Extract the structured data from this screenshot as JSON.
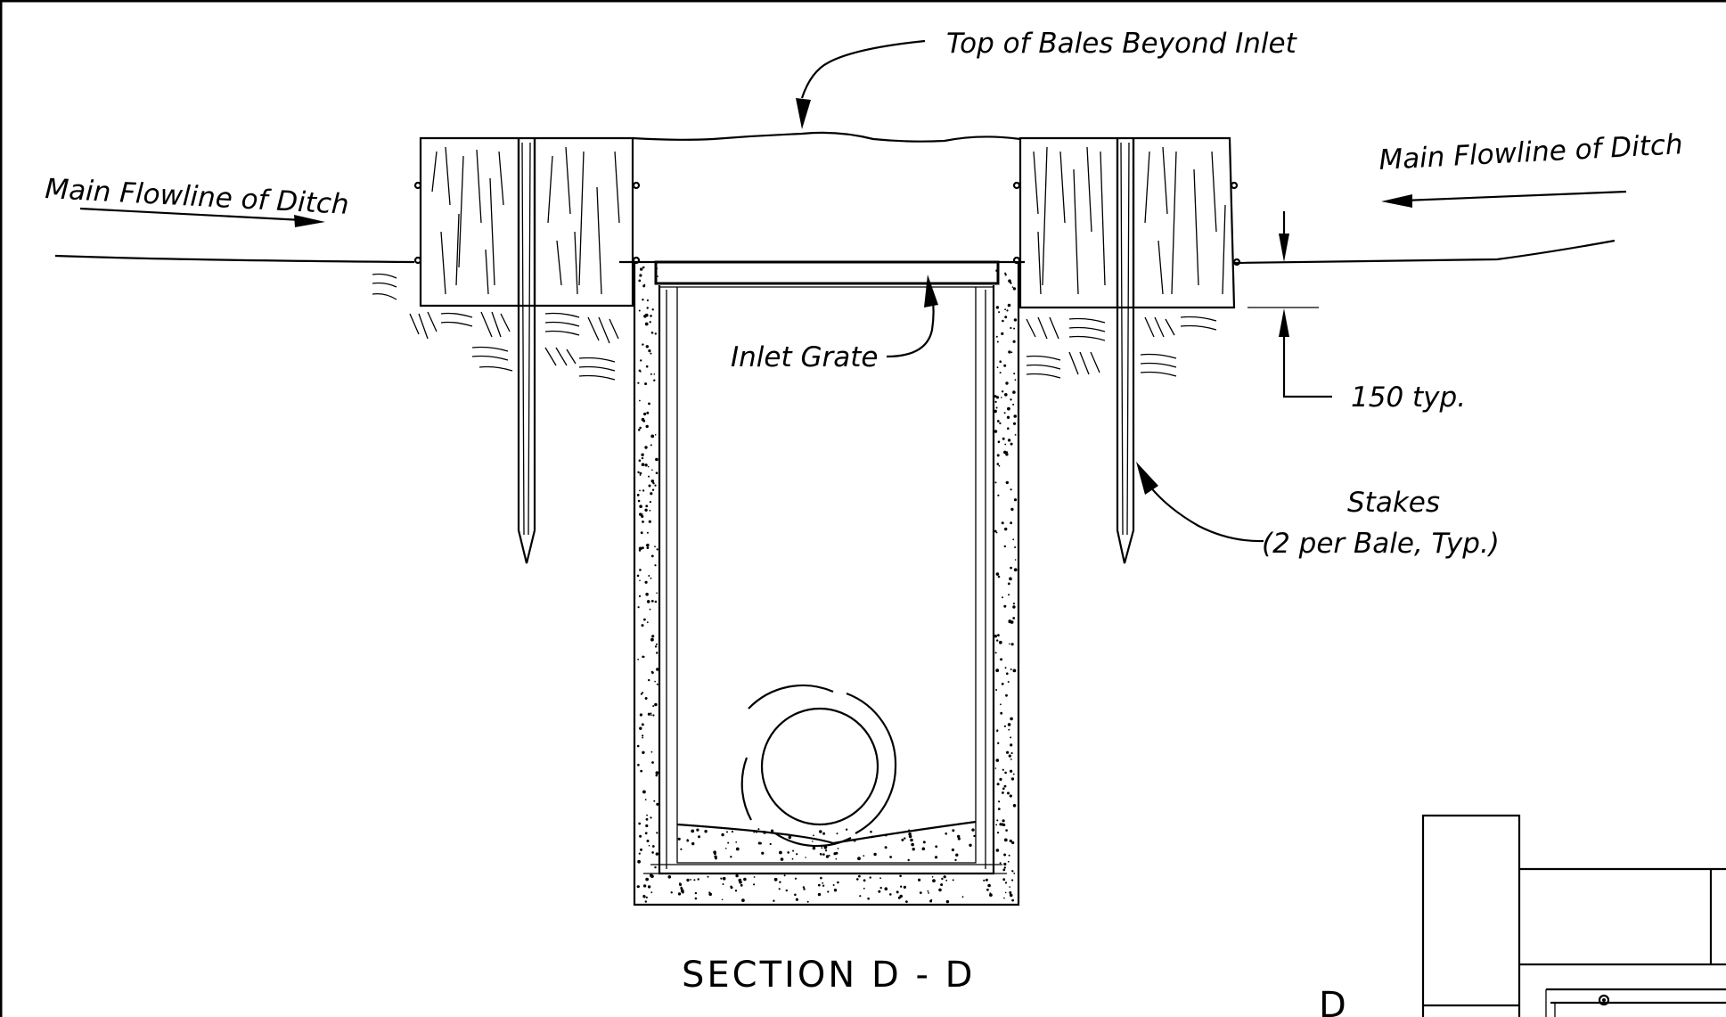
{
  "labels": {
    "top_of_bales": "Top of Bales Beyond Inlet",
    "flowline_left": "Main Flowline of Ditch",
    "flowline_right": "Main Flowline of Ditch",
    "inlet_grate": "Inlet Grate",
    "dimension": "150 typ.",
    "stakes_line1": "Stakes",
    "stakes_line2": "(2 per Bale, Typ.)"
  },
  "section_title": "SECTION D - D",
  "partial_label": "D"
}
